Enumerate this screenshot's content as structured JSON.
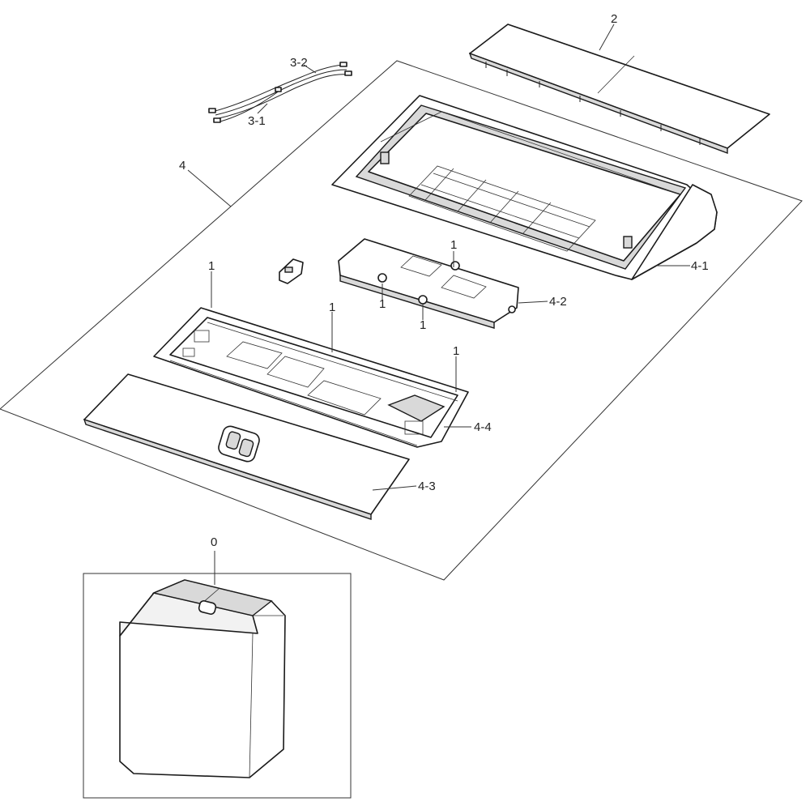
{
  "diagram": {
    "labels": {
      "part_2": "2",
      "part_3_2": "3-2",
      "part_3_1": "3-1",
      "part_4": "4",
      "part_4_1": "4-1",
      "part_4_2": "4-2",
      "part_4_3": "4-3",
      "part_4_4": "4-4",
      "screw_a": "1",
      "screw_b": "1",
      "screw_c": "1",
      "screw_d": "1",
      "screw_e": "1",
      "screw_f": "1",
      "inset_ref": "0"
    }
  }
}
